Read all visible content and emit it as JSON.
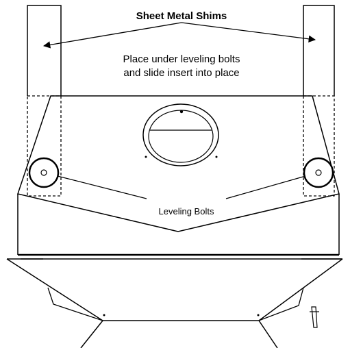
{
  "labels": {
    "title": "Sheet Metal Shims",
    "instruction_line1": "Place under leveling bolts",
    "instruction_line2": "and slide insert into place",
    "bolts": "Leveling Bolts"
  },
  "colors": {
    "ink": "#000000",
    "background": "#ffffff"
  }
}
